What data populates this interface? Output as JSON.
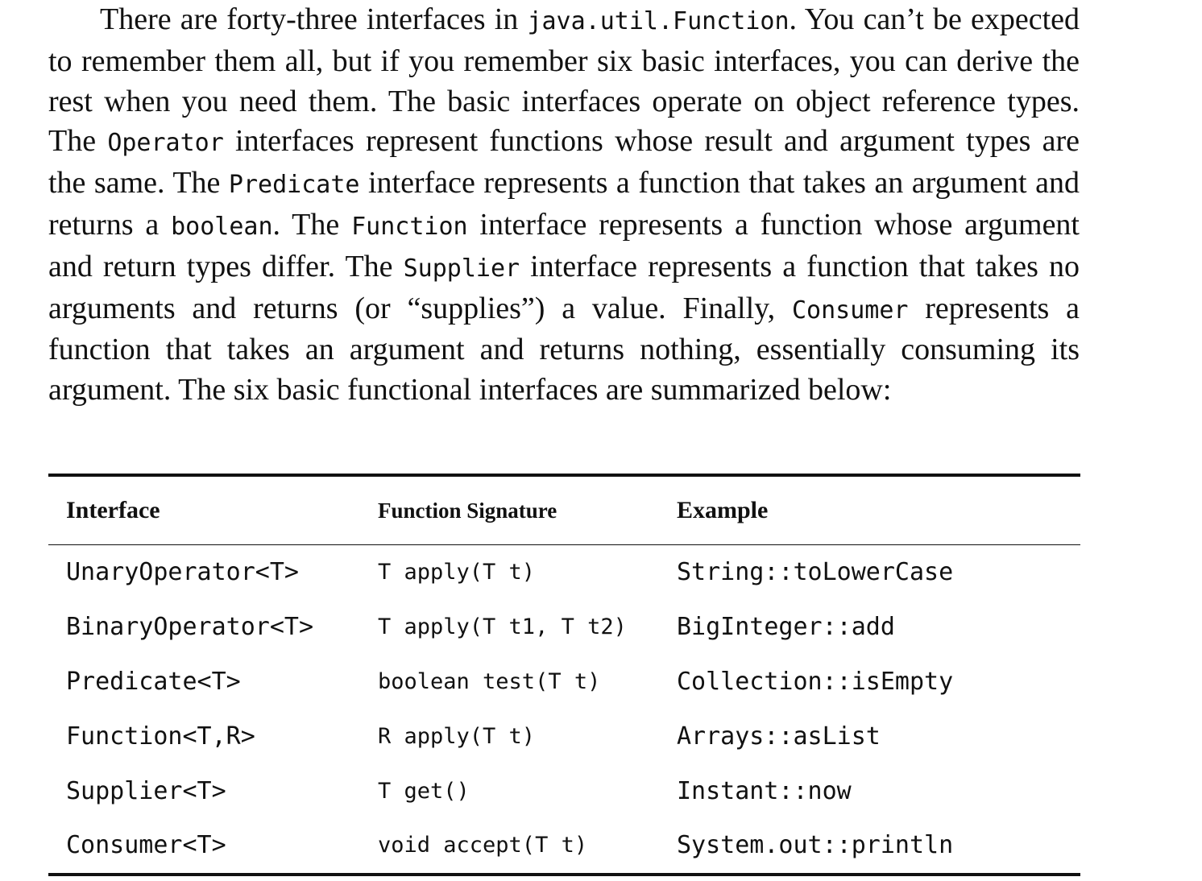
{
  "paragraph": [
    {
      "t": "text",
      "v": "There are forty-three interfaces in "
    },
    {
      "t": "code",
      "v": "java.util.Function"
    },
    {
      "t": "text",
      "v": ". You can’t be expected to remember them all, but if you remember six basic interfaces, you can derive the rest when you need them. The basic interfaces operate on object reference types. The "
    },
    {
      "t": "code",
      "v": "Operator"
    },
    {
      "t": "text",
      "v": " interfaces represent functions whose result and argument types are the same. The "
    },
    {
      "t": "code",
      "v": "Predicate"
    },
    {
      "t": "text",
      "v": " interface represents a function that takes an argument and returns a "
    },
    {
      "t": "code",
      "v": "boolean"
    },
    {
      "t": "text",
      "v": ". The "
    },
    {
      "t": "code",
      "v": "Function"
    },
    {
      "t": "text",
      "v": " interface represents a function whose argument and return types differ. The "
    },
    {
      "t": "code",
      "v": "Supplier"
    },
    {
      "t": "text",
      "v": " interface represents a function that takes no arguments and returns (or “supplies”) a value. Finally, "
    },
    {
      "t": "code",
      "v": "Consumer"
    },
    {
      "t": "text",
      "v": " represents a function that takes an argument and returns nothing, essentially consuming its argument. The six basic functional interfaces are summarized below:"
    }
  ],
  "table": {
    "headers": [
      "Interface",
      "Function Signature",
      "Example"
    ],
    "rows": [
      [
        "UnaryOperator<T>",
        "T apply(T t)",
        "String::toLowerCase"
      ],
      [
        "BinaryOperator<T>",
        "T apply(T t1, T t2)",
        "BigInteger::add"
      ],
      [
        "Predicate<T>",
        "boolean test(T t)",
        "Collection::isEmpty"
      ],
      [
        "Function<T,R>",
        "R apply(T t)",
        "Arrays::asList"
      ],
      [
        "Supplier<T>",
        "T get()",
        "Instant::now"
      ],
      [
        "Consumer<T>",
        "void accept(T t)",
        "System.out::println"
      ]
    ]
  }
}
